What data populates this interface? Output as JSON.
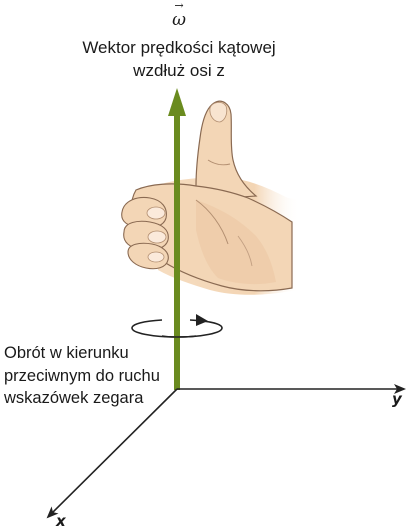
{
  "vector": {
    "arrow": "→",
    "symbol": "ω"
  },
  "caption_top": {
    "line1": "Wektor prędkości kątowej",
    "line2": "wzdłuż osi z"
  },
  "caption_left": {
    "line1": "Obrót w kierunku",
    "line2": "przeciwnym do ruchu",
    "line3": "wskazówek zegara"
  },
  "axes": {
    "y_label": "y",
    "x_label": "x"
  },
  "icons": {
    "hand": "thumbs-up-hand-icon",
    "rotation": "counterclockwise-rotation-icon"
  },
  "colors": {
    "vector": "#6a8b1f",
    "skin": "#f3d6b6",
    "skin_shade": "#e3b993",
    "outline": "#8a6a52",
    "axis": "#222222"
  }
}
